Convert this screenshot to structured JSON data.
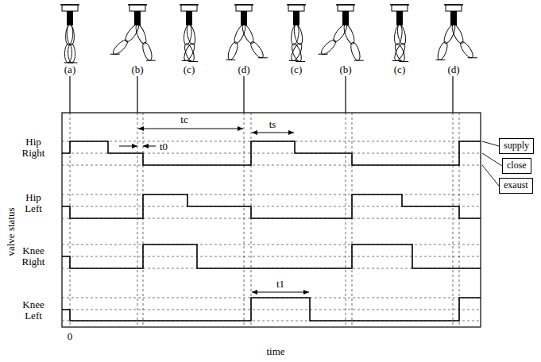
{
  "diagram": {
    "nodes": [
      {
        "text": [
          "supply"
        ]
      },
      {
        "text": [
          "close"
        ]
      },
      {
        "text": [
          "exaust"
        ]
      }
    ],
    "labels": [
      "(a)",
      "(b)",
      "(c)",
      "(d)",
      "(c)",
      "(b)",
      "(c)",
      "(d)",
      "tc",
      "t0",
      "ts",
      "t1",
      "Hip Right",
      "Hip Left",
      "Knee Right",
      "Knee Left",
      "valve status",
      "0",
      "time"
    ]
  }
}
